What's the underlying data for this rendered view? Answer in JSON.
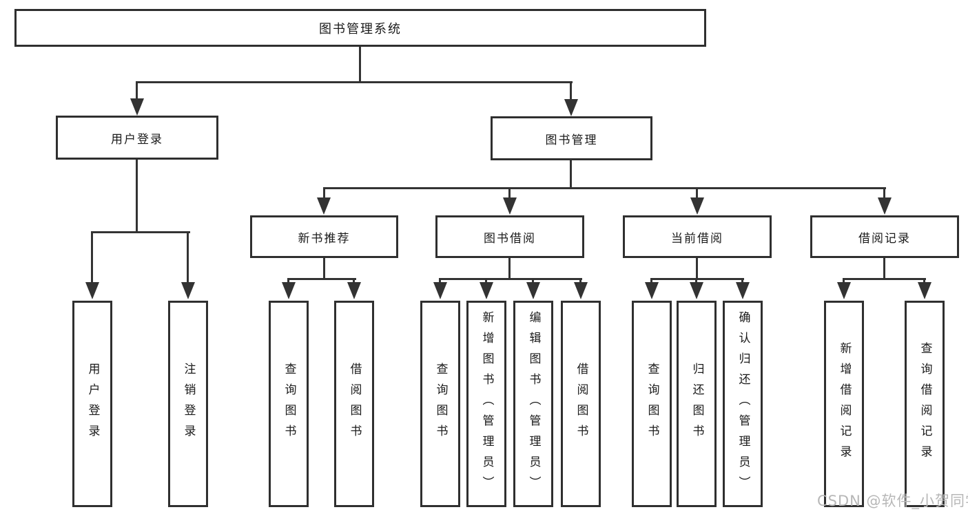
{
  "diagram": {
    "root": {
      "label": "图书管理系统"
    },
    "level2": [
      {
        "label": "用户登录"
      },
      {
        "label": "图书管理"
      }
    ],
    "level3": [
      {
        "label": "新书推荐"
      },
      {
        "label": "图书借阅"
      },
      {
        "label": "当前借阅"
      },
      {
        "label": "借阅记录"
      }
    ],
    "leaves": {
      "user": [
        "用户登录",
        "注销登录"
      ],
      "newbook": [
        "查询图书",
        "借阅图书"
      ],
      "borrow": [
        "查询图书",
        "新增图书（管理员）",
        "编辑图书（管理员）",
        "借阅图书"
      ],
      "current": [
        "查询图书",
        "归还图书",
        "确认归还（管理员）"
      ],
      "records": [
        "新增借阅记录",
        "查询借阅记录"
      ]
    }
  },
  "watermark": {
    "text": "CSDN @软件_小贺同学"
  },
  "colors": {
    "line": "#333333",
    "box_border": "#2f2f2f",
    "text": "#1a1a1a",
    "watermark": "#b7b7b7",
    "background": "#ffffff"
  }
}
